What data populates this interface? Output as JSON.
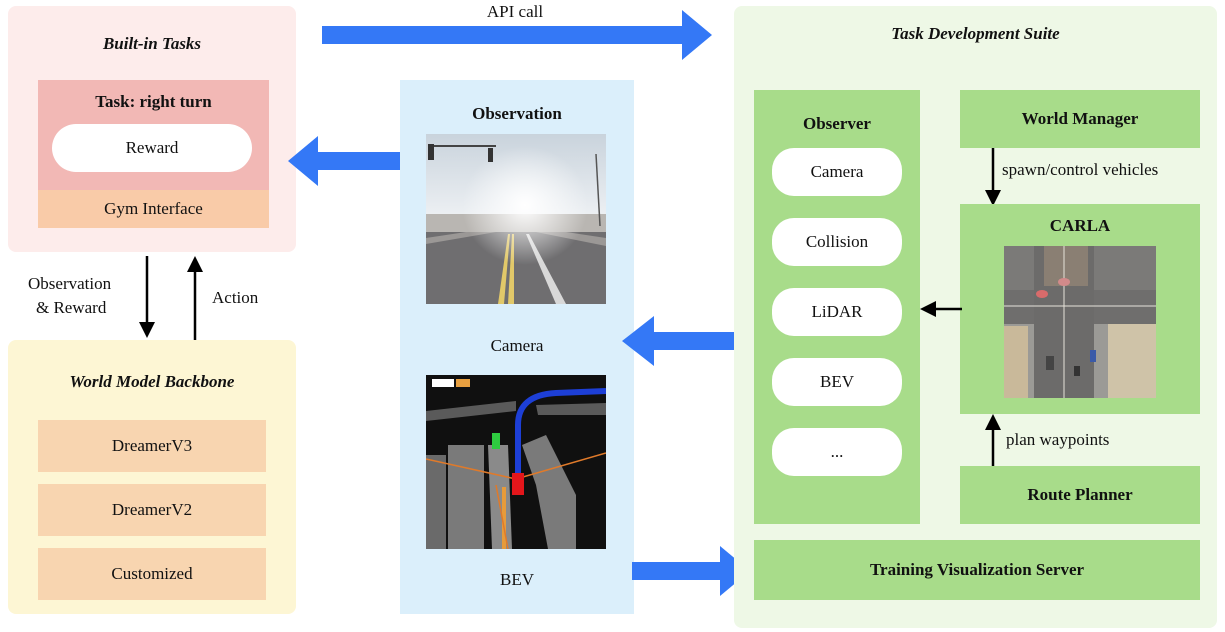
{
  "top_arrow_label": "API call",
  "builtin": {
    "title": "Built-in Tasks",
    "task_title": "Task: right turn",
    "reward": "Reward",
    "gym": "Gym Interface"
  },
  "links": {
    "obs_reward_line1": "Observation",
    "obs_reward_line2": "& Reward",
    "action": "Action"
  },
  "backbone": {
    "title": "World Model Backbone",
    "items": [
      "DreamerV3",
      "DreamerV2",
      "Customized"
    ]
  },
  "observation": {
    "title": "Observation",
    "camera_label": "Camera",
    "bev_label": "BEV"
  },
  "suite": {
    "title": "Task Development Suite",
    "observer_title": "Observer",
    "observer_items": [
      "Camera",
      "Collision",
      "LiDAR",
      "BEV",
      "..."
    ],
    "world_manager": "World Manager",
    "spawn_label": "spawn/control vehicles",
    "carla": "CARLA",
    "plan_label": "plan waypoints",
    "route_planner": "Route Planner",
    "training_server": "Training Visualization Server"
  },
  "colors": {
    "arrow_blue": "#3478f6",
    "builtin_bg": "#fdeceb",
    "task_red": "#f2b8b5",
    "gym_orange": "#f9cba8",
    "backbone_bg": "#fdf6d4",
    "backbone_item": "#f8d5b0",
    "obs_bg": "#dbeffb",
    "suite_bg": "#eef8e6",
    "green_box": "#a8dc8a"
  }
}
